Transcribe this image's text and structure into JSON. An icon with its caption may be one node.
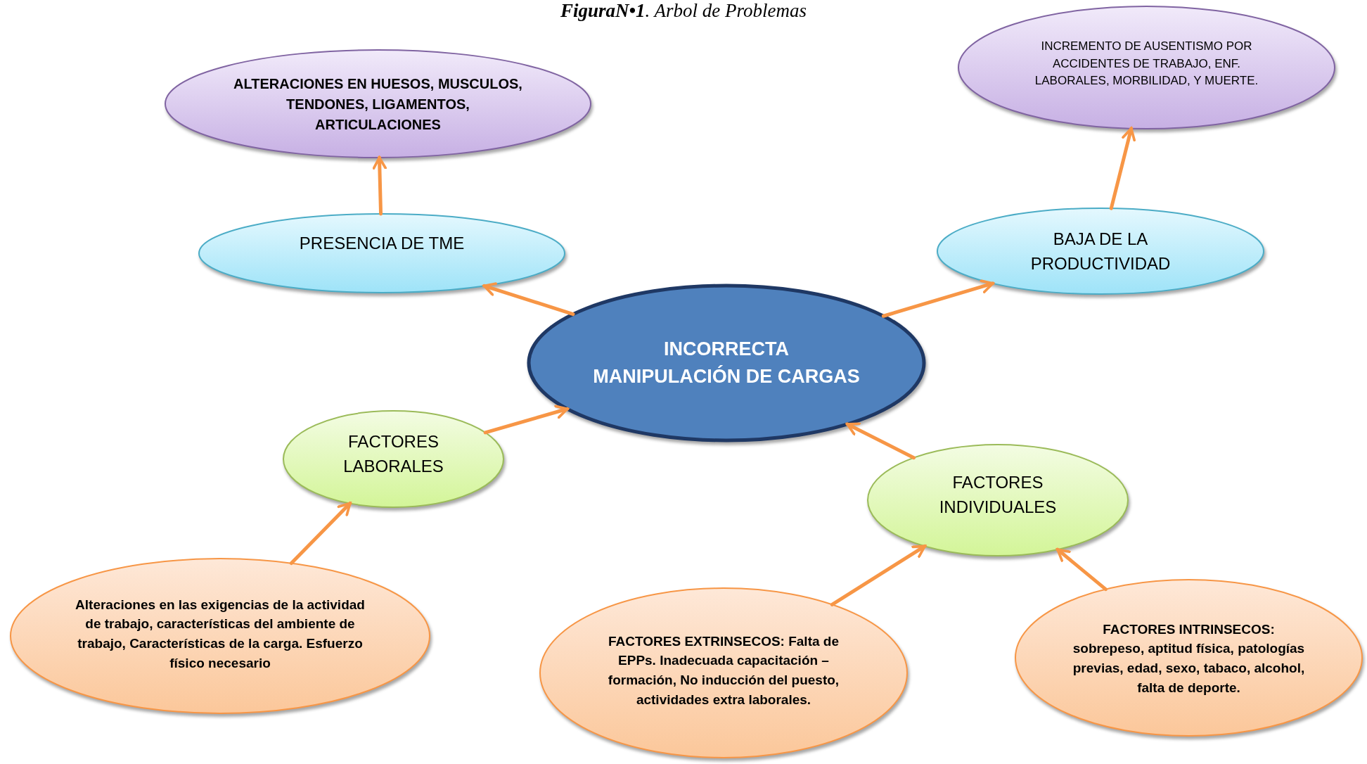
{
  "diagram": {
    "title": "**FiguraN•1**. Arbol de Problemas",
    "nodes": [
      {
        "text": [
          "ALTERACIONES EN HUESOS, MUSCULOS, TENDONES, LIGAMENTOS, ARTICULACIONES"
        ]
      },
      {
        "text": [
          "INCREMENTO DE AUSENTISMO POR ACCIDENTES DE TRABAJO, ENF. LABORALES, MORBILIDAD, Y MUERTE."
        ]
      },
      {
        "text": [
          "PRESENCIA DE TME"
        ]
      },
      {
        "text": [
          "BAJA DE LA PRODUCTIVIDAD"
        ]
      },
      {
        "text": [
          "INCORRECTA MANIPULACIÓN DE CARGAS"
        ]
      },
      {
        "text": [
          "FACTORES LABORALES"
        ]
      },
      {
        "text": [
          "FACTORES INDIVIDUALES"
        ]
      },
      {
        "text": [
          "Alteraciones en las exigencias de la actividad de trabajo, características del ambiente de trabajo, Características de la carga. Esfuerzo físico necesario"
        ]
      },
      {
        "text": [
          "FACTORES EXTRINSECOS: Falta de EPPs. Inadecuada capacitación – formación, No inducción del puesto, actividades extra laborales."
        ]
      },
      {
        "text": [
          "FACTORES INTRINSECOS: sobrepeso, aptitud física, patologías previas, edad, sexo, tabaco, alcohol, falta de deporte."
        ]
      }
    ],
    "edges": [
      {
        "from": 2,
        "to": 0,
        "arrow": "to"
      },
      {
        "from": 3,
        "to": 1,
        "arrow": "to"
      },
      {
        "from": 4,
        "to": 2,
        "arrow": "to"
      },
      {
        "from": 4,
        "to": 3,
        "arrow": "to"
      },
      {
        "from": 5,
        "to": 4,
        "arrow": "to"
      },
      {
        "from": 6,
        "to": 4,
        "arrow": "to"
      },
      {
        "from": 7,
        "to": 5,
        "arrow": "to"
      },
      {
        "from": 8,
        "to": 6,
        "arrow": "to"
      },
      {
        "from": 9,
        "to": 6,
        "arrow": "to"
      }
    ]
  }
}
